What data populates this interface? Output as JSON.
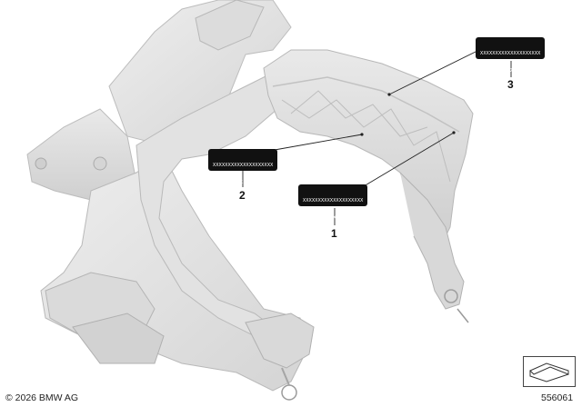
{
  "callouts": [
    {
      "number": "1",
      "label_line1": "XXXXXXXXXXXXXXXXXXXX",
      "label_line2": "XXXXXXXXXXXXXXXXXXXX"
    },
    {
      "number": "2",
      "label_line1": "XXXXXXXXXXXXXXXXXXXX",
      "label_line2": "XXXXXXXXXXXXXXXXXXXX"
    },
    {
      "number": "3",
      "label_line1": "XXXXXXXXXXXXXXXXXXXX",
      "label_line2": "XXXXXXXXXXXXXXXXXXXX"
    }
  ],
  "footer": {
    "copyright": "© 2026 BMW AG",
    "diagram_id": "556061"
  },
  "colors": {
    "part_fill": "#e6e6e6",
    "part_shade": "#cfcfcf",
    "part_edge": "#b5b5b5",
    "leader": "#222222",
    "label_bg": "#111111"
  },
  "icons": [
    "bracket-symbol-icon"
  ]
}
